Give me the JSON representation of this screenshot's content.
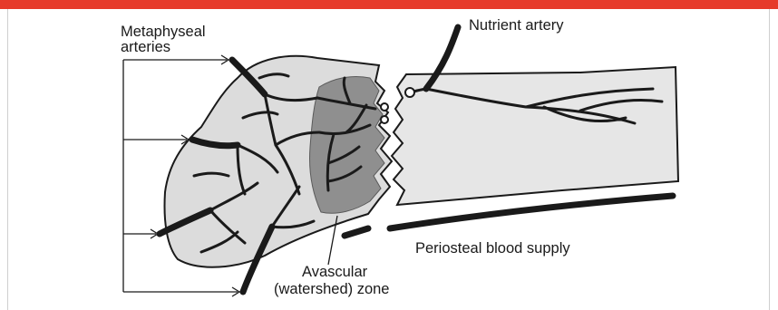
{
  "colors": {
    "accent_bar": "#e63a2a",
    "bone_fill": "#dcdcdc",
    "shaft_fill": "#e6e6e6",
    "avascular_fill": "#8f8f8f",
    "vessel": "#1a1a1a"
  },
  "labels": {
    "metaphyseal_line1": "Metaphyseal",
    "metaphyseal_line2": "arteries",
    "nutrient_artery": "Nutrient artery",
    "periosteal_supply": "Periosteal blood supply",
    "avascular_line1": "Avascular",
    "avascular_line2": "(watershed) zone"
  }
}
